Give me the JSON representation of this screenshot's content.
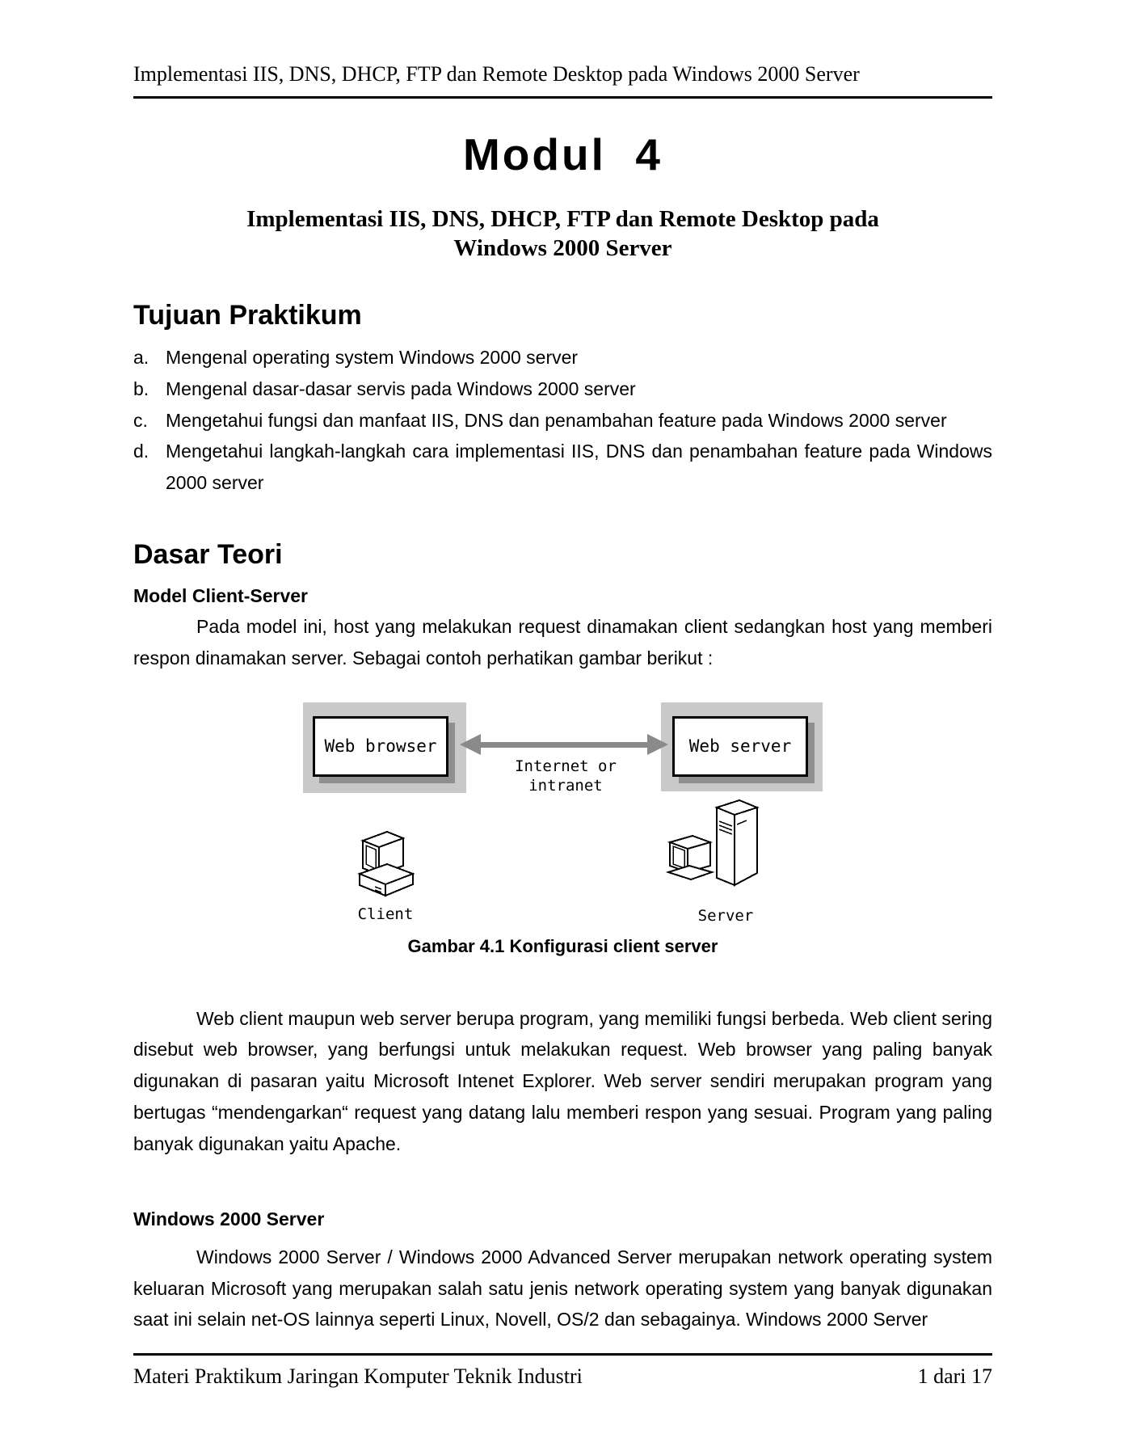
{
  "header": {
    "text": "Implementasi IIS, DNS, DHCP, FTP dan Remote Desktop pada Windows 2000 Server"
  },
  "title": "Modul  4",
  "subtitle": {
    "line1": "Implementasi IIS, DNS, DHCP, FTP dan Remote Desktop pada",
    "line2": "Windows 2000 Server"
  },
  "tujuan": {
    "heading": "Tujuan Praktikum",
    "items": [
      {
        "label": "a.",
        "text": "Mengenal operating system Windows 2000 server"
      },
      {
        "label": "b.",
        "text": "Mengenal dasar-dasar servis pada Windows 2000 server"
      },
      {
        "label": "c.",
        "text": "Mengetahui fungsi dan manfaat IIS, DNS dan penambahan feature pada Windows 2000 server"
      },
      {
        "label": "d.",
        "text": "Mengetahui langkah-langkah cara implementasi IIS, DNS dan penambahan feature pada Windows 2000 server"
      }
    ]
  },
  "dasar_teori": {
    "heading": "Dasar Teori",
    "model_heading": "Model Client-Server",
    "paragraph1": "Pada model ini, host yang melakukan request dinamakan client sedangkan host yang memberi respon dinamakan server. Sebagai contoh perhatikan gambar berikut :"
  },
  "figure": {
    "left_box": "Web browser",
    "right_box": "Web server",
    "link_label_line1": "Internet or",
    "link_label_line2": "intranet",
    "client_label": "Client",
    "server_label": "Server",
    "caption": "Gambar 4.1 Konfigurasi client server",
    "colors": {
      "block_gray": "#c9c9c9",
      "shadow_gray": "#8f8f8f",
      "arrow_gray": "#8a8a8a"
    }
  },
  "paragraph2": "Web client maupun web server berupa program, yang memiliki fungsi berbeda. Web client sering disebut web browser, yang berfungsi untuk melakukan request. Web browser yang paling banyak digunakan di pasaran yaitu Microsoft Intenet Explorer. Web server sendiri merupakan program yang bertugas “mendengarkan“ request yang datang lalu memberi respon yang sesuai. Program yang paling banyak digunakan yaitu Apache.",
  "windows_section": {
    "heading": "Windows 2000 Server",
    "paragraph": "Windows 2000 Server / Windows 2000 Advanced Server merupakan network operating system keluaran Microsoft yang merupakan salah satu jenis network operating system yang banyak digunakan saat ini selain net-OS lainnya seperti Linux, Novell, OS/2 dan sebagainya. Windows 2000 Server"
  },
  "footer": {
    "left": "Materi Praktikum Jaringan Komputer Teknik Industri",
    "right": "1 dari 17"
  }
}
